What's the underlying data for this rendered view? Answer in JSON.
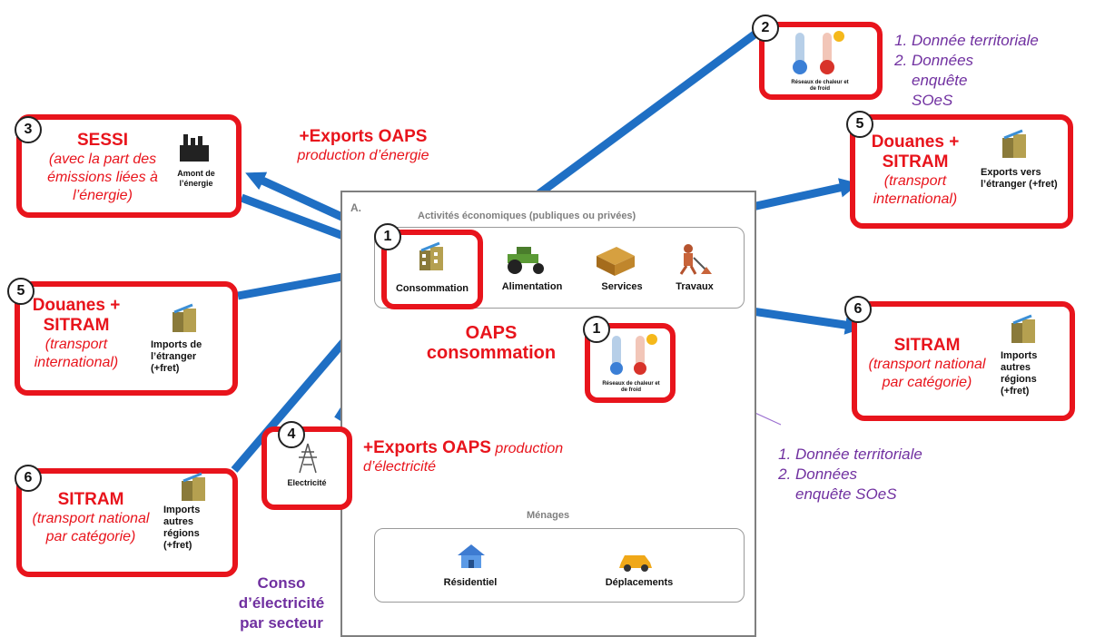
{
  "panel": {
    "letter": "A.",
    "activities_title": "Activités économiques (publiques ou privées)",
    "menages_title": "Ménages",
    "activities": {
      "alimentation": "Alimentation",
      "services": "Services",
      "travaux": "Travaux"
    },
    "menages": {
      "residentiel": "Résidentiel",
      "deplacements": "Déplacements"
    }
  },
  "consommation": {
    "num": "1",
    "label": "Consommation"
  },
  "sessi": {
    "num": "3",
    "title": "SESSI",
    "subtitle": "(avec la part des émissions liées à l’énergie)",
    "label": "Amont de l’énergie"
  },
  "douanes_import": {
    "num": "5",
    "title": "Douanes + SITRAM",
    "subtitle": "(transport international)",
    "label": "Imports de l’étranger (+fret)"
  },
  "sitram_import": {
    "num": "6",
    "title": "SITRAM",
    "subtitle": "(transport national par catégorie)",
    "label": "Imports autres régions (+fret)"
  },
  "electricite": {
    "num": "4",
    "label": "Electricité"
  },
  "reseaux_top": {
    "num": "2",
    "label": "Réseaux de chaleur et de froid"
  },
  "reseaux_mid": {
    "num": "1",
    "label": "Réseaux de chaleur et de froid"
  },
  "douanes_export": {
    "num": "5",
    "title": "Douanes + SITRAM",
    "subtitle": "(transport international)",
    "label": "Exports vers l’étranger (+fret)"
  },
  "sitram_export": {
    "num": "6",
    "title": "SITRAM",
    "subtitle": "(transport national par catégorie)",
    "label": "Imports autres régions (+fret)"
  },
  "notes": {
    "top": [
      "Donnée territoriale",
      "Données enquête SOeS"
    ],
    "mid": [
      "Donnée territoriale",
      "Données enquête SOeS"
    ]
  },
  "annotations": {
    "exports_energie_title": "+Exports OAPS",
    "exports_energie_sub": "production d’énergie",
    "oaps_consommation": "OAPS consommation",
    "exports_elec_title": "+Exports OAPS",
    "exports_elec_sub": "production d’électricité",
    "conso_elec": "Conso d’électricité par secteur"
  },
  "colors": {
    "red": "#e8141c",
    "blue": "#1f6fc4",
    "purple": "#7030a0",
    "gray": "#7f7f7f"
  },
  "icons": [
    "factory-icon",
    "building-icon",
    "thermometer-icon",
    "pylon-icon",
    "tractor-icon",
    "crate-icon",
    "worker-icon",
    "house-icon",
    "car-icon"
  ]
}
